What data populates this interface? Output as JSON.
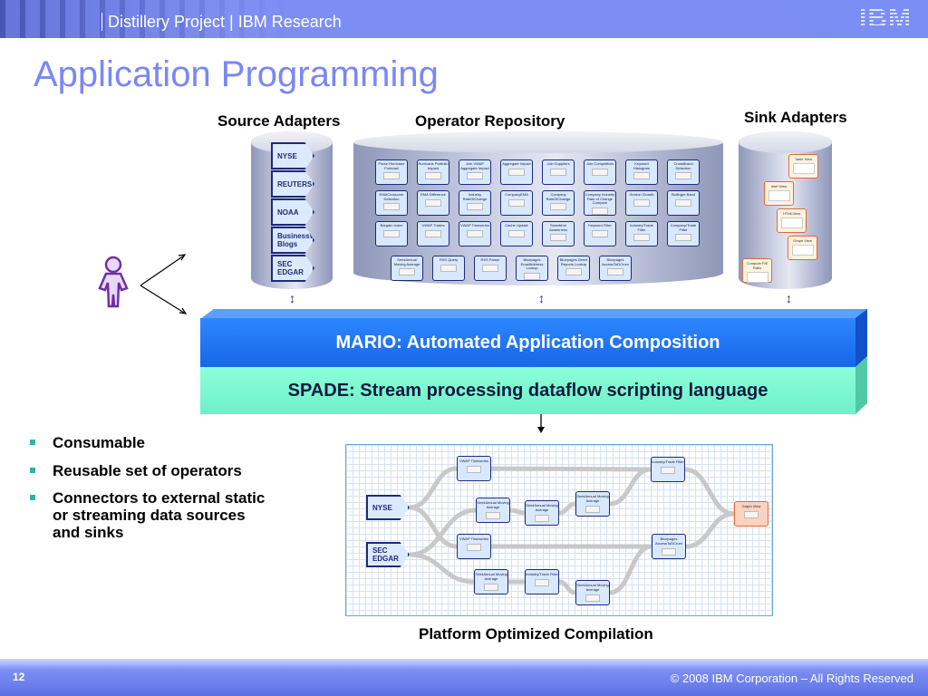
{
  "header": {
    "project": "Distillery Project | IBM Research",
    "logo": "IBM"
  },
  "title": "Application Programming",
  "labels": {
    "source": "Source Adapters",
    "repo": "Operator Repository",
    "sink": "Sink Adapters",
    "compile": "Platform Optimized Compilation"
  },
  "sources": [
    "NYSE",
    "REUTERS",
    "NOAA",
    "BusinessWeek Blogs",
    "SEC EDGAR"
  ],
  "operators": [
    "Parse Hurricane Forecast",
    "Hurricane Portfolio Impact",
    "Join VWAP Aggregate Impact",
    "Aggregate Impact",
    "Join Suppliers",
    "Join Competitors",
    "Keyword Histogram",
    "CrossBrand Detection",
    "EMACrossover Detection",
    "EMA Difference",
    "Industry RateOfChange",
    "CompanyEMA",
    "Company RateOfChange",
    "Company Industry Rate of Change Compare",
    "Gordon Growth",
    "Bollinger Band",
    "Bargain Index",
    "VWAP Trades",
    "VWAP Timeseries",
    "Cache Update",
    "Sametime Awareness",
    "Keyword Filter",
    "Industry/Trade Filter",
    "Company/Trade Filter",
    "SemiAnnual Moving Average",
    "RSS Query",
    "RSS Parser",
    "Bluepages EmailAddress Lookup",
    "Bluepages Direct Reports Lookup",
    "Bluepages AccessToDCrum"
  ],
  "sinks": [
    "Table View",
    "Intel View",
    "HTMLView",
    "Graph View",
    "Compute P/E Ratio"
  ],
  "mario": "MARIO: Automated Application Composition",
  "spade": "SPADE: Stream processing dataflow scripting language",
  "bullets": [
    "Consumable",
    "Reusable set of operators",
    "Connectors to external static or streaming data sources and sinks"
  ],
  "flow": {
    "sources": [
      "NYSE",
      "SEC EDGAR"
    ],
    "nodes": [
      "VWAP Timeseries",
      "SemiAnnual Moving Average",
      "SemiAnnual Moving Average",
      "SemiAnnual Moving Average",
      "Industry/Trade Filter",
      "Graph View",
      "VWAP Timeseries",
      "Bluepages AccessToDCrum",
      "SemiAnnual Moving Average",
      "Industry/Trade Filter",
      "SemiAnnual Moving Average"
    ]
  },
  "footer": {
    "page": "12",
    "copyright": "© 2008 IBM Corporation – All Rights Reserved"
  },
  "colors": {
    "title": "#7b87f5",
    "mario": "#1e6ff0",
    "spade": "#80ffd8",
    "bullet": "#2bb3b0"
  }
}
